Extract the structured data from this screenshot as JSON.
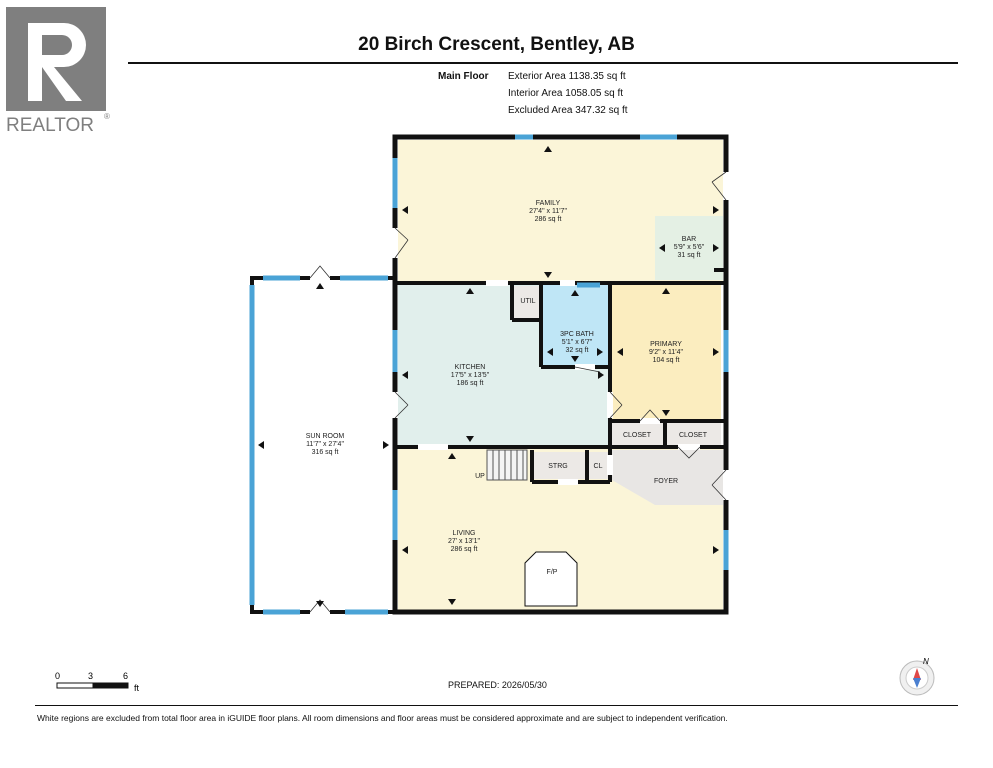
{
  "header": {
    "title": "20 Birch Crescent, Bentley, AB",
    "floor_label": "Main Floor",
    "exterior_area": "Exterior Area 1138.35 sq ft",
    "interior_area": "Interior Area 1058.05 sq ft",
    "excluded_area": "Excluded Area 347.32 sq ft"
  },
  "logo": {
    "text": "REALTOR",
    "mark": "®",
    "color": "#7f7f7f"
  },
  "rooms": {
    "family": {
      "name": "FAMILY",
      "dims": "27'4\" x 11'7\"",
      "area": "286 sq ft"
    },
    "bar": {
      "name": "BAR",
      "dims": "5'9\" x 5'6\"",
      "area": "31 sq ft"
    },
    "sun_room": {
      "name": "SUN ROOM",
      "dims": "11'7\" x 27'4\"",
      "area": "316 sq ft"
    },
    "kitchen": {
      "name": "KITCHEN",
      "dims": "17'5\" x 13'5\"",
      "area": "186 sq ft"
    },
    "util": {
      "name": "UTIL"
    },
    "bath": {
      "name": "3PC BATH",
      "dims": "5'1\" x 6'7\"",
      "area": "32 sq ft"
    },
    "primary": {
      "name": "PRIMARY",
      "dims": "9'2\" x 11'4\"",
      "area": "104 sq ft"
    },
    "closet1": {
      "name": "CLOSET"
    },
    "closet2": {
      "name": "CLOSET"
    },
    "strg": {
      "name": "STRG"
    },
    "cl": {
      "name": "CL"
    },
    "foyer": {
      "name": "FOYER"
    },
    "up": {
      "name": "UP"
    },
    "living": {
      "name": "LIVING",
      "dims": "27' x 13'1\"",
      "area": "286 sq ft"
    },
    "fp": {
      "name": "F/P"
    }
  },
  "colors": {
    "family": "#fbf5d8",
    "bar": "#e4f0e4",
    "kitchen": "#e1efec",
    "bath": "#bfe6f6",
    "primary": "#fbedbf",
    "living": "#fbf5d8",
    "closet": "#ece9e6",
    "window": "#4aa3d6",
    "wall": "#111111"
  },
  "scale": {
    "t0": "0",
    "t3": "3",
    "t6": "6",
    "unit": "ft"
  },
  "compass": {
    "north": "N"
  },
  "prepared": "PREPARED: 2026/05/30",
  "disclaimer": "White regions are excluded from total floor area in iGUIDE floor plans. All room dimensions and floor areas must be considered approximate and are subject to independent verification."
}
